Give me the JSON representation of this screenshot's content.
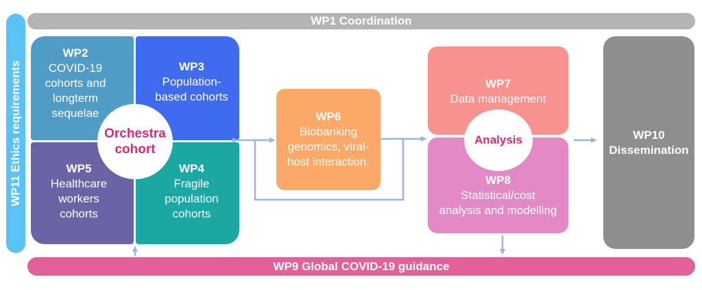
{
  "coordination_bar": {
    "label": "WP1 Coordination"
  },
  "ethics_bar": {
    "label": "WP11 Ethics requirements"
  },
  "guidance_bar": {
    "label": "WP9 Global COVID-19 guidance"
  },
  "orchestra_cohort": {
    "circle_lines": [
      "Orchestra",
      "cohort"
    ],
    "wp2": {
      "title": "WP2",
      "lines": [
        "COVID-19",
        "cohorts and",
        "longterm",
        "sequelae"
      ]
    },
    "wp3": {
      "title": "WP3",
      "lines": [
        "Population-",
        "based cohorts"
      ]
    },
    "wp5": {
      "title": "WP5",
      "lines": [
        "Healthcare",
        "workers",
        "cohorts"
      ]
    },
    "wp4": {
      "title": "WP4",
      "lines": [
        "Fragile",
        "population",
        "cohorts"
      ]
    }
  },
  "wp6": {
    "title": "WP6",
    "lines": [
      "Biobanking",
      "genomics, viral-",
      "host interaction."
    ]
  },
  "analysis": {
    "circle_label": "Analysis",
    "wp7": {
      "title": "WP7",
      "lines": [
        "Data management"
      ]
    },
    "wp8": {
      "title": "WP8",
      "lines": [
        "Statistical/cost",
        "analysis and modelling"
      ]
    }
  },
  "wp10": {
    "title": "WP10",
    "lines": [
      "Dissemination"
    ]
  },
  "colors": {
    "coordination": "#b4b4b4",
    "ethics": "#5bc2f5",
    "guidance": "#e2619a",
    "wp2": "#4f9cc6",
    "wp3": "#3e6bf0",
    "wp5": "#6a64a6",
    "wp4": "#1ba7a2",
    "wp6": "#fba868",
    "wp7": "#f8928e",
    "wp8": "#e38ac6",
    "wp10": "#8e8e8e",
    "circle_text": "#e3267a",
    "arrows": "#98b4e4"
  }
}
